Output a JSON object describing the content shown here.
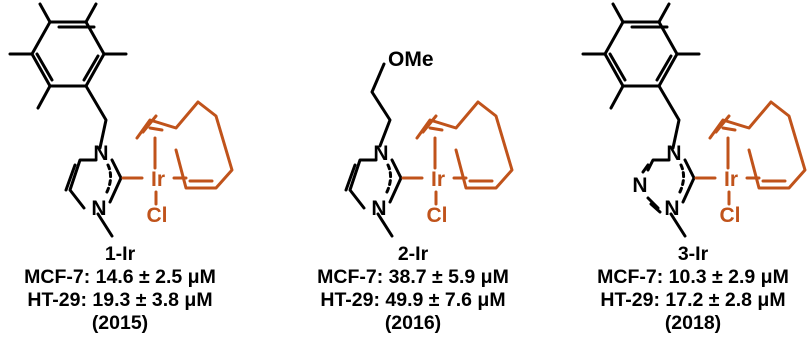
{
  "colors": {
    "bond": "#000000",
    "iridium_complex": "#c0531b"
  },
  "atoms": {
    "nitrogen": "N",
    "iridium": "Ir",
    "chlorine": "Cl",
    "methoxy": "OMe"
  },
  "compounds": [
    {
      "name": "1-Ir",
      "mcf7": "MCF-7: 14.6 ± 2.5 μM",
      "ht29": "HT-29: 19.3 ± 3.8 μM",
      "year": "(2015)"
    },
    {
      "name": "2-Ir",
      "mcf7": "MCF-7: 38.7 ± 5.9 μM",
      "ht29": "HT-29: 49.9 ± 7.6 μM",
      "year": "(2016)"
    },
    {
      "name": "3-Ir",
      "mcf7": "MCF-7: 10.3 ± 2.9 μM",
      "ht29": "HT-29: 17.2 ± 2.8 μM",
      "year": "(2018)"
    }
  ]
}
